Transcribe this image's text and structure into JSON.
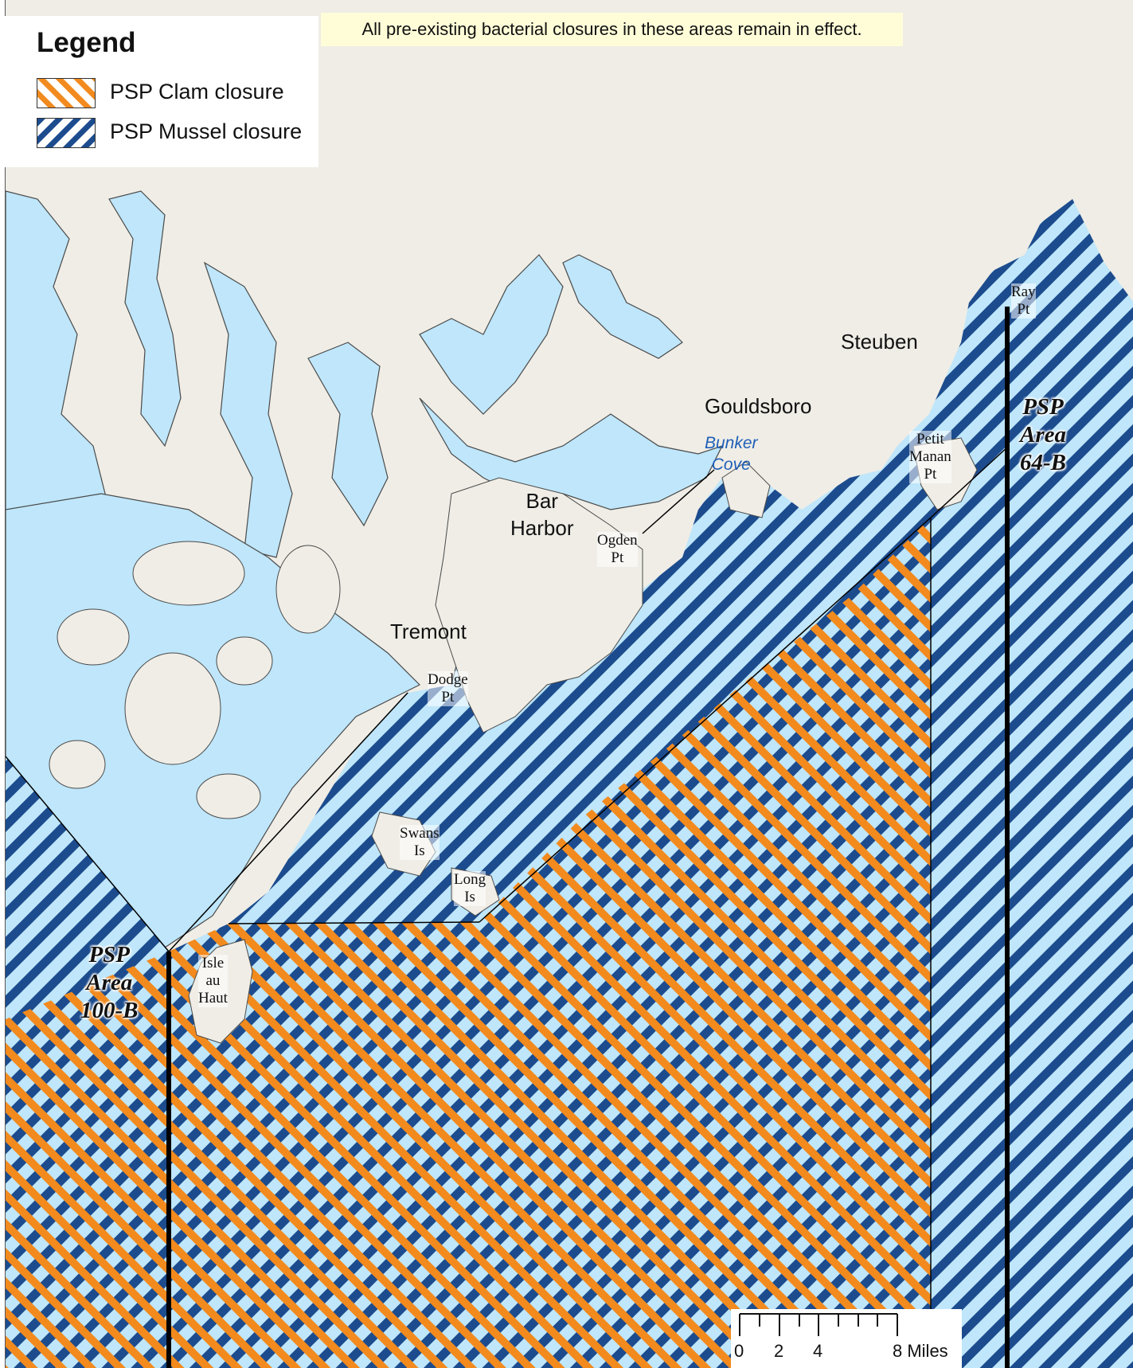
{
  "legend": {
    "title": "Legend",
    "items": [
      {
        "label": "PSP Clam closure",
        "color_a": "#f28a1e",
        "color_b": "#ffffff"
      },
      {
        "label": "PSP Mussel closure",
        "color_a": "#1c4c8e",
        "color_b": "#ffffff"
      }
    ]
  },
  "notice": "All pre-existing bacterial closures in these areas remain in effect.",
  "places": {
    "steuben": "Steuben",
    "gouldsboro": "Gouldsboro",
    "bar_harbor": [
      "Bar",
      "Harbor"
    ],
    "tremont": "Tremont",
    "ray_pt": [
      "Ray",
      "Pt"
    ],
    "petit_manan": [
      "Petit",
      "Manan",
      "Pt"
    ],
    "bunker_cove": [
      "Bunker",
      "Cove"
    ],
    "ogden_pt": [
      "Ogden",
      "Pt"
    ],
    "dodge_pt": [
      "Dodge",
      "Pt"
    ],
    "swans_is": [
      "Swans",
      "Is"
    ],
    "long_is": [
      "Long",
      "Is"
    ],
    "isle_au_haut": [
      "Isle",
      "au",
      "Haut"
    ]
  },
  "areas": {
    "area_64b": [
      "PSP",
      "Area",
      "64-B"
    ],
    "area_100b": [
      "PSP",
      "Area",
      "100-B"
    ]
  },
  "scale": {
    "ticks": [
      "0",
      "2",
      "4",
      "8 Miles"
    ]
  },
  "colors": {
    "land": "#efede6",
    "water": "#bfe6fa",
    "mussel_stripe": "#1c4c8e",
    "clam_stripe": "#f28a1e",
    "boundary": "#000000"
  }
}
